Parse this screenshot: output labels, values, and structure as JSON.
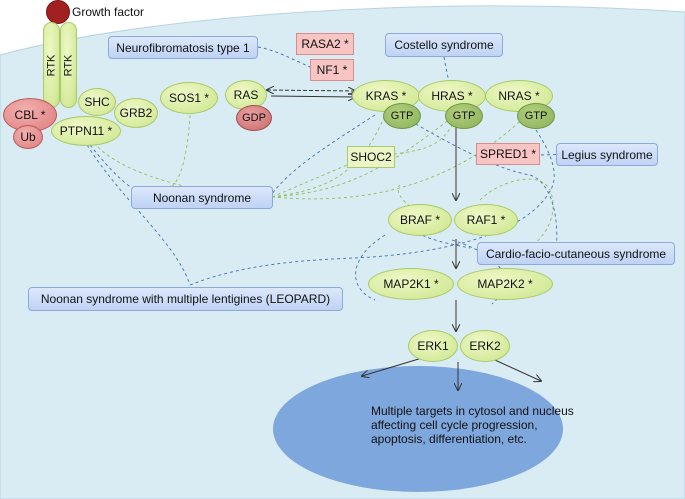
{
  "growth_factor": "Growth factor",
  "rtk": [
    "RTK",
    "RTK"
  ],
  "proteins": {
    "cbl": "CBL *",
    "ub": "Ub",
    "shc": "SHC",
    "grb2": "GRB2",
    "ptpn11": "PTPN11 *",
    "sos1": "SOS1 *",
    "ras": "RAS",
    "gdp": "GDP",
    "rasa2": "RASA2 *",
    "nf1": "NF1 *",
    "kras": "KRAS *",
    "hras": "HRAS *",
    "nras": "NRAS *",
    "gtp": "GTP",
    "shoc2": "SHOC2",
    "spred1": "SPRED1 *",
    "braf": "BRAF *",
    "raf1": "RAF1 *",
    "map2k1": "MAP2K1 *",
    "map2k2": "MAP2K2 *",
    "erk1": "ERK1",
    "erk2": "ERK2"
  },
  "syndromes": {
    "neurofibromatosis": "Neurofibromatosis type 1",
    "costello": "Costello syndrome",
    "legius": "Legius syndrome",
    "noonan": "Noonan syndrome",
    "cfc": "Cardio-facio-cutaneous syndrome",
    "leopard": "Noonan syndrome with multiple lentigines (LEOPARD)"
  },
  "targets_text": [
    "Multiple targets in cytosol and nucleus",
    "affecting cell cycle progression,",
    "apoptosis, differentiation, etc."
  ],
  "colors": {
    "cell_fill": "#daecf3",
    "nucleus_fill": "#7ea7dd",
    "connector_blue": "#3f6fb5",
    "connector_green": "#8fbd58"
  }
}
